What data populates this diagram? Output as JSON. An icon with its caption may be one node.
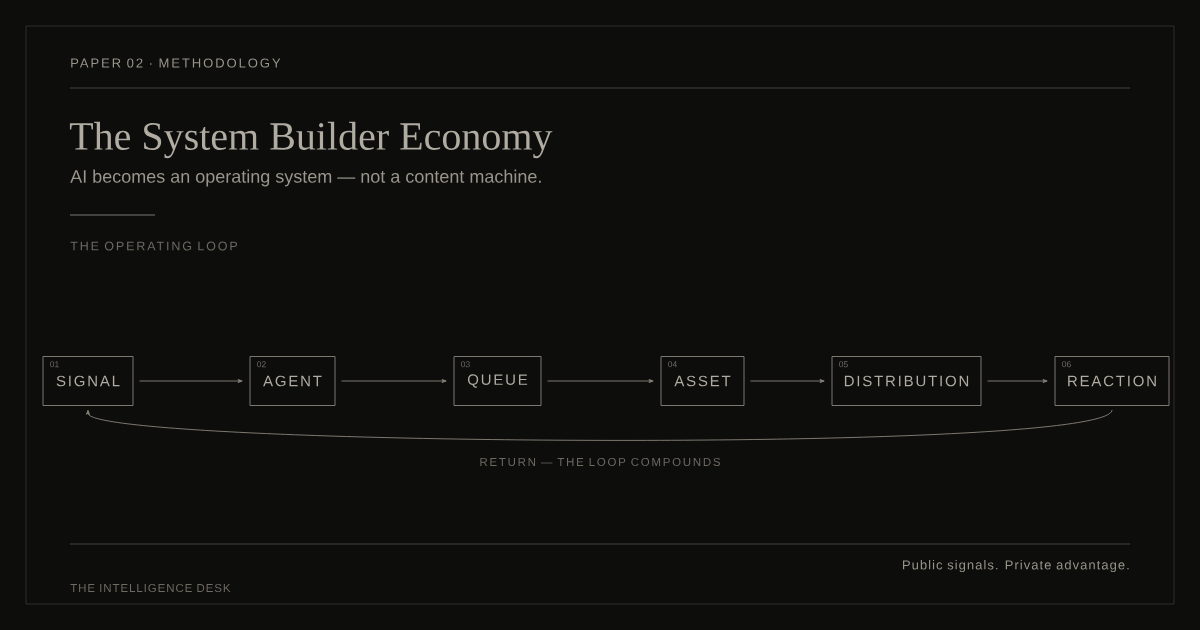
{
  "diagram": {
    "title": "The System Builder Economy",
    "nodes": [
      {
        "text": [
          "01",
          "SIGNAL"
        ]
      },
      {
        "text": [
          "02",
          "AGENT"
        ]
      },
      {
        "text": [
          "03",
          "QUEUE"
        ]
      },
      {
        "text": [
          "04",
          "ASSET"
        ]
      },
      {
        "text": [
          "05",
          "DISTRIBUTION"
        ]
      },
      {
        "text": [
          "06",
          "REACTION"
        ]
      }
    ],
    "edges": [
      {
        "from": 0,
        "to": 1,
        "arrow": "to"
      },
      {
        "from": 1,
        "to": 2,
        "arrow": "to"
      },
      {
        "from": 2,
        "to": 3,
        "arrow": "to"
      },
      {
        "from": 3,
        "to": 4,
        "arrow": "to"
      },
      {
        "from": 4,
        "to": 5,
        "arrow": "to"
      },
      {
        "from": 5,
        "to": 0,
        "arrow": "to",
        "label": "RETURN — THE LOOP COMPOUNDS"
      }
    ],
    "labels": [
      "PAPER 02 · METHODOLOGY",
      "AI becomes an operating system — not a content machine.",
      "THE OPERATING LOOP",
      "THE INTELLIGENCE DESK",
      "Public signals. Private advantage."
    ]
  }
}
